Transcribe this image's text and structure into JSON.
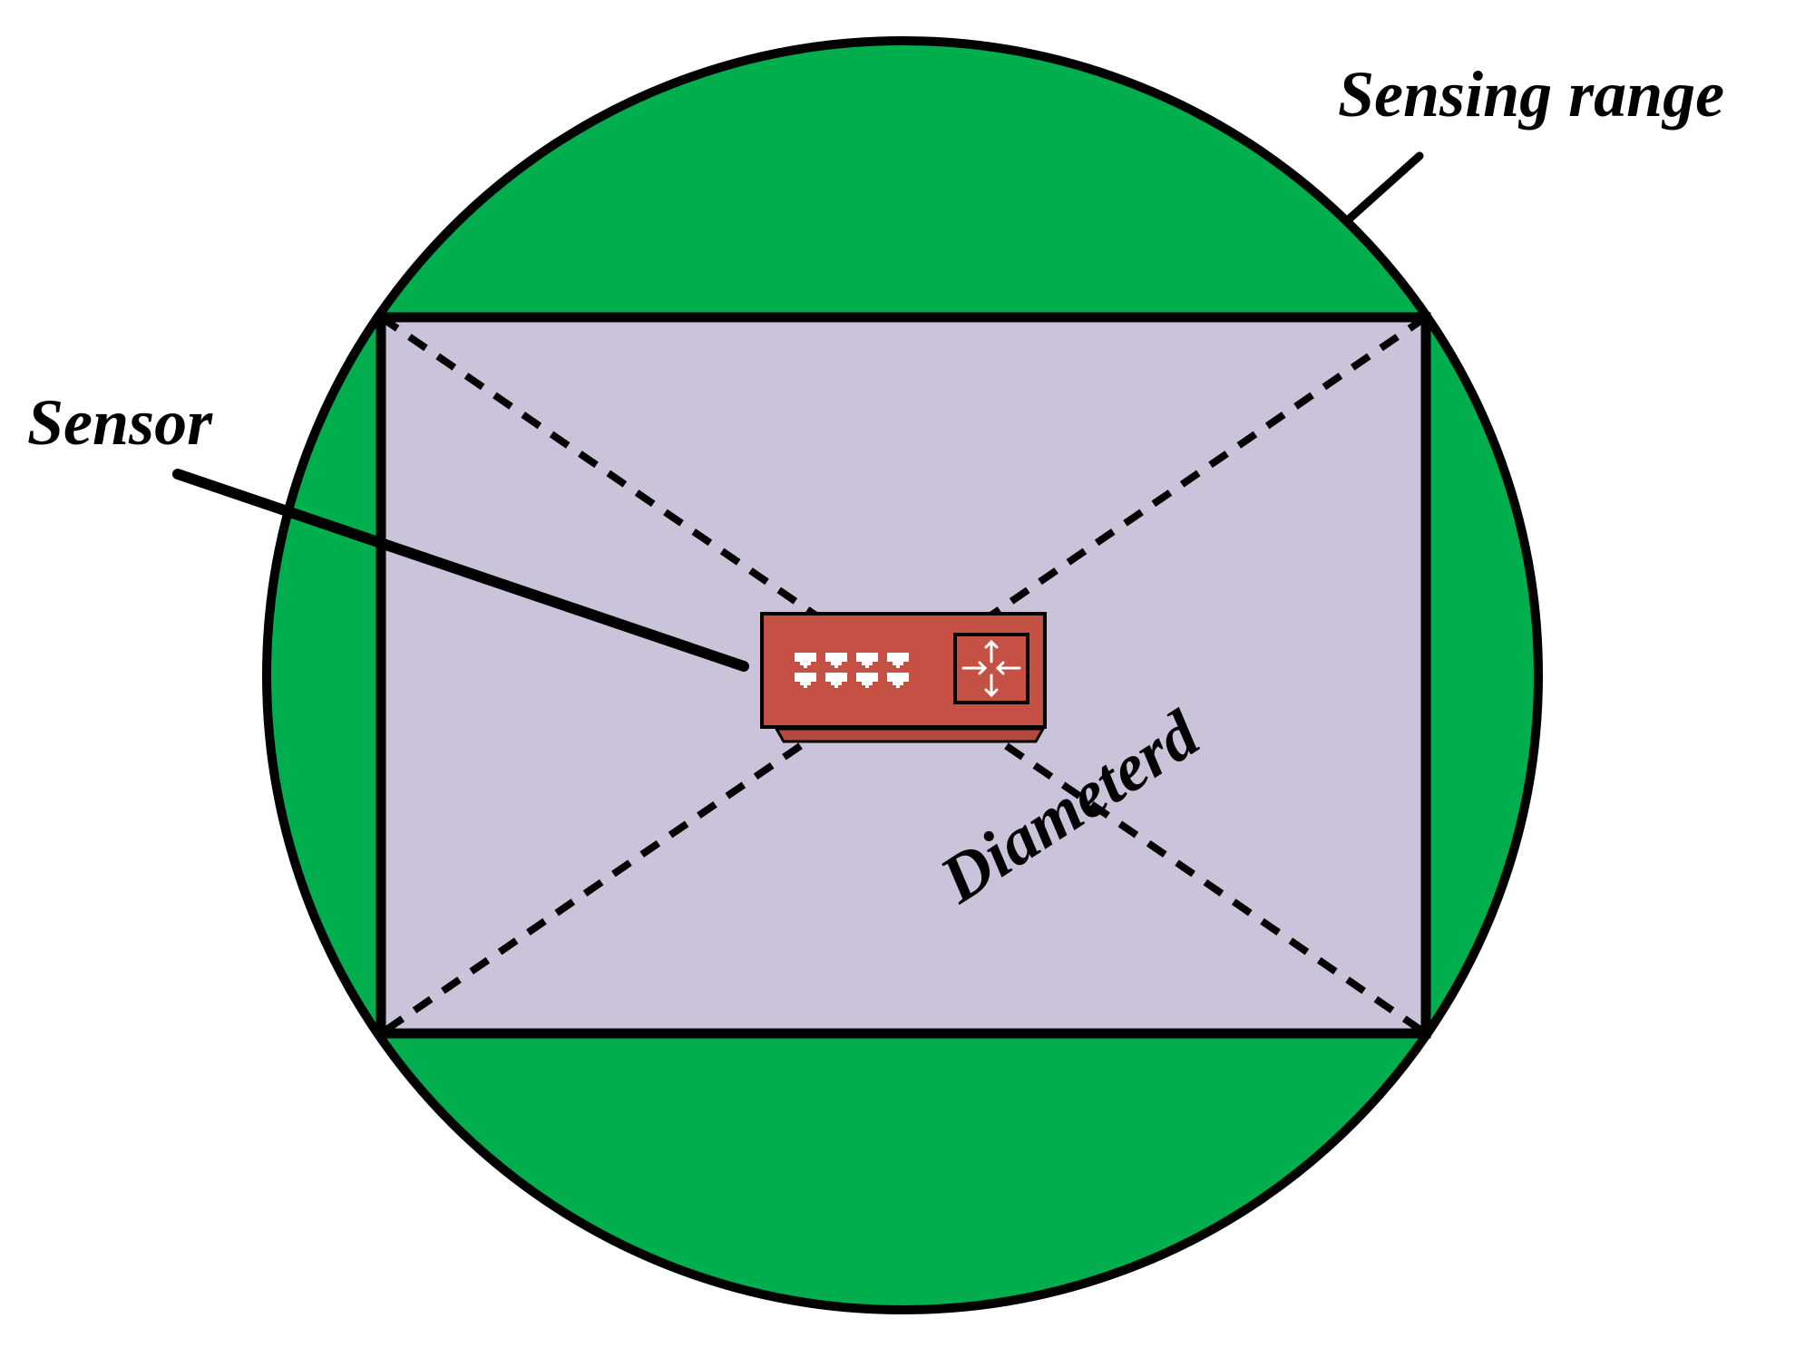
{
  "labels": {
    "sensing_range": "Sensing range",
    "sensor": "Sensor",
    "diameter": "Diameterd"
  },
  "colors": {
    "range_fill": "#00AE4E",
    "area_fill": "#CBC3DA",
    "sensor_body": "#C45143",
    "sensor_base": "#B44A3D",
    "stroke": "#000000",
    "port": "#FFFFFF"
  },
  "icons": {
    "sensor": "router-icon"
  }
}
